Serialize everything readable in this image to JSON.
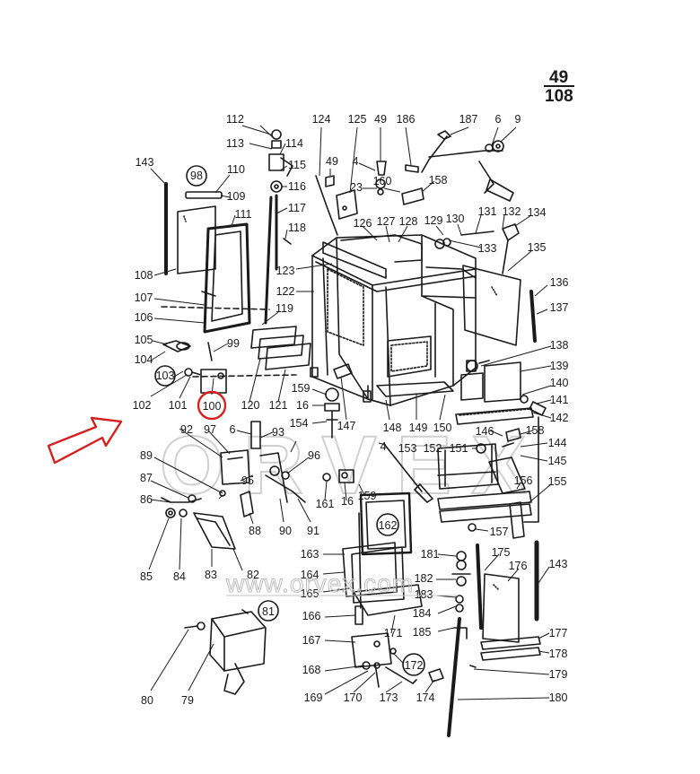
{
  "page_ref": {
    "top": "49",
    "bottom": "108"
  },
  "watermark": {
    "brand": "ORVEX",
    "url": "www.orvex.com"
  },
  "highlight": {
    "callout": "100",
    "color": "#d42020"
  },
  "colors": {
    "ink": "#1a1a1a",
    "accent": "#d42020",
    "watermark": "#cfcfcf"
  },
  "icons": {
    "pointer": "arrow-right-icon"
  },
  "callouts": {
    "c_112": "112",
    "c_113": "113",
    "c_114": "114",
    "c_115": "115",
    "c_116": "116",
    "c_117": "117",
    "c_118": "118",
    "c_124": "124",
    "c_125": "125",
    "c_49a": "49",
    "c_186": "186",
    "c_187": "187",
    "c_6a": "6",
    "c_9": "9",
    "c_143a": "143",
    "c_98": "98",
    "c_110": "110",
    "c_109": "109",
    "c_111": "111",
    "c_49b": "49",
    "c_4a": "4",
    "c_23": "23",
    "c_160": "160",
    "c_158a": "158",
    "c_126": "126",
    "c_127": "127",
    "c_128": "128",
    "c_129": "129",
    "c_130": "130",
    "c_131": "131",
    "c_132": "132",
    "c_134": "134",
    "c_133": "133",
    "c_135": "135",
    "c_108": "108",
    "c_123": "123",
    "c_122": "122",
    "c_107": "107",
    "c_119": "119",
    "c_136": "136",
    "c_137": "137",
    "c_106": "106",
    "c_105": "105",
    "c_99": "99",
    "c_104": "104",
    "c_103": "103",
    "c_102": "102",
    "c_101": "101",
    "c_100": "100",
    "c_120": "120",
    "c_121": "121",
    "c_138": "138",
    "c_139": "139",
    "c_140": "140",
    "c_141": "141",
    "c_142": "142",
    "c_159a": "159",
    "c_16a": "16",
    "c_154": "154",
    "c_147": "147",
    "c_148": "148",
    "c_149": "149",
    "c_150": "150",
    "c_92": "92",
    "c_97": "97",
    "c_6b": "6",
    "c_93": "93",
    "c_4b": "4",
    "c_153": "153",
    "c_152": "152",
    "c_151": "151",
    "c_146": "146",
    "c_158b": "158",
    "c_144": "144",
    "c_145": "145",
    "c_89": "89",
    "c_96": "96",
    "c_95": "95",
    "c_87": "87",
    "c_86": "86",
    "c_88": "88",
    "c_90": "90",
    "c_91": "91",
    "c_161": "161",
    "c_16b": "16",
    "c_159b": "159",
    "c_156": "156",
    "c_155": "155",
    "c_157": "157",
    "c_162": "162",
    "c_85": "85",
    "c_84": "84",
    "c_83": "83",
    "c_82": "82",
    "c_163": "163",
    "c_181": "181",
    "c_175": "175",
    "c_176": "176",
    "c_143b": "143",
    "c_164": "164",
    "c_165": "165",
    "c_182": "182",
    "c_183": "183",
    "c_184": "184",
    "c_185": "185",
    "c_81": "81",
    "c_166": "166",
    "c_167": "167",
    "c_171": "171",
    "c_177": "177",
    "c_178": "178",
    "c_168": "168",
    "c_172": "172",
    "c_179": "179",
    "c_80": "80",
    "c_79": "79",
    "c_169": "169",
    "c_170": "170",
    "c_173": "173",
    "c_174": "174",
    "c_180": "180"
  }
}
